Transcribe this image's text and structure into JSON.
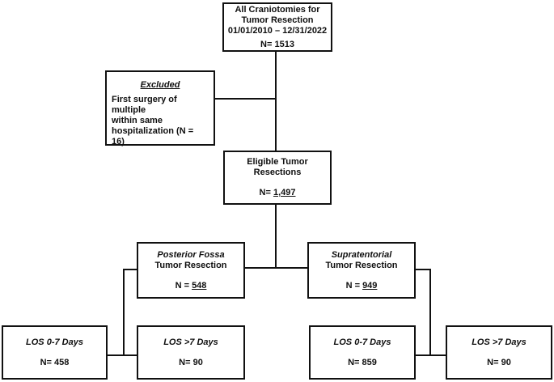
{
  "diagram": {
    "boxes": {
      "all_craniotomies": {
        "lines": [
          "All Craniotomies for",
          "Tumor Resection",
          "01/01/2010 – 12/31/2022"
        ],
        "n": "N= 1513"
      },
      "excluded": {
        "title": "Excluded",
        "body_lines": [
          "First surgery of multiple",
          "within same",
          "hospitalization (N = 16)"
        ]
      },
      "eligible": {
        "title": "Eligible Tumor Resections",
        "n_prefix": "N= ",
        "n_value": "1,497"
      },
      "posterior_fossa": {
        "title_italic": "Posterior Fossa",
        "title": "Tumor Resection",
        "n_prefix": "N = ",
        "n_value": "548"
      },
      "supratentorial": {
        "title_italic": "Supratentorial",
        "title": "Tumor Resection",
        "n_prefix": "N = ",
        "n_value": "949"
      },
      "pf_los_short": {
        "title": "LOS 0-7 Days",
        "n": "N= 458"
      },
      "pf_los_long": {
        "title": "LOS >7 Days",
        "n": "N= 90"
      },
      "st_los_short": {
        "title": "LOS 0-7 Days",
        "n": "N= 859"
      },
      "st_los_long": {
        "title": "LOS >7 Days",
        "n": "N= 90"
      }
    },
    "colors": {
      "border": "#111111",
      "background": "#ffffff",
      "text": "#0f0f0f"
    }
  }
}
